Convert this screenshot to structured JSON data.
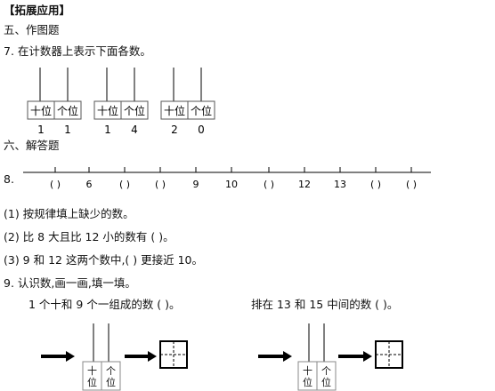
{
  "section_title": "【拓展应用】",
  "part5": {
    "heading": "五、作图题",
    "q7": {
      "text": "7. 在计数器上表示下面各数。",
      "abaci": [
        {
          "labels": [
            "十位",
            "个位"
          ],
          "digits": [
            "1",
            "1"
          ]
        },
        {
          "labels": [
            "十位",
            "个位"
          ],
          "digits": [
            "1",
            "4"
          ]
        },
        {
          "labels": [
            "十位",
            "个位"
          ],
          "digits": [
            "2",
            "0"
          ]
        }
      ]
    }
  },
  "part6": {
    "heading": "六、解答题",
    "q8": {
      "number": "8.",
      "numberline_labels": [
        "(   )",
        "6",
        "(   )",
        "(   )",
        "9",
        "10",
        "(   )",
        "12",
        "13",
        "(   )",
        "(   )"
      ],
      "sub1": "(1) 按规律填上缺少的数。",
      "sub2": "(2) 比 8 大且比 12 小的数有 (      )。",
      "sub3": "(3) 9 和 12 这两个数中,(      ) 更接近 10。"
    },
    "q9": {
      "text": "9. 认识数,画一画,填一填。",
      "left_prompt": "1 个十和 9 个一组成的数 (      )。",
      "right_prompt": "排在 13 和 15 中间的数 (      )。",
      "abacus_labels": [
        "十\n位",
        "个\n位"
      ],
      "tens_label": "十",
      "tens_label2": "位",
      "ones_label": "个",
      "ones_label2": "位"
    }
  }
}
